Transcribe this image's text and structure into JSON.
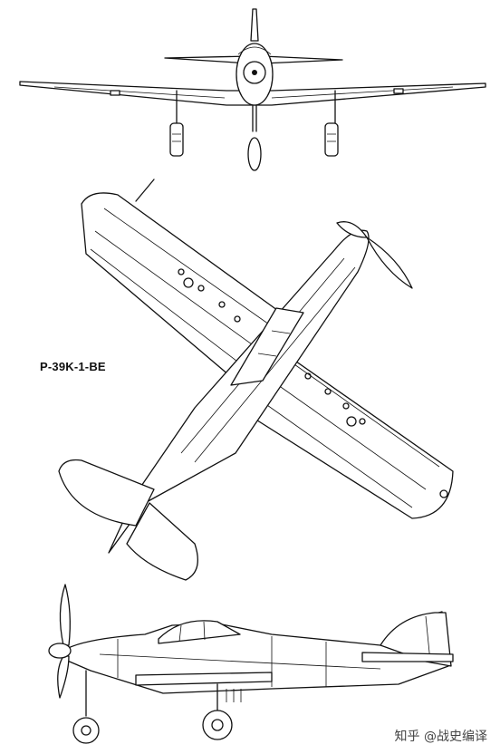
{
  "diagram": {
    "model_label": "P-39K-1-BE",
    "watermark": "知乎 @战史编译",
    "views": [
      "front-view",
      "top-view",
      "side-view"
    ]
  }
}
